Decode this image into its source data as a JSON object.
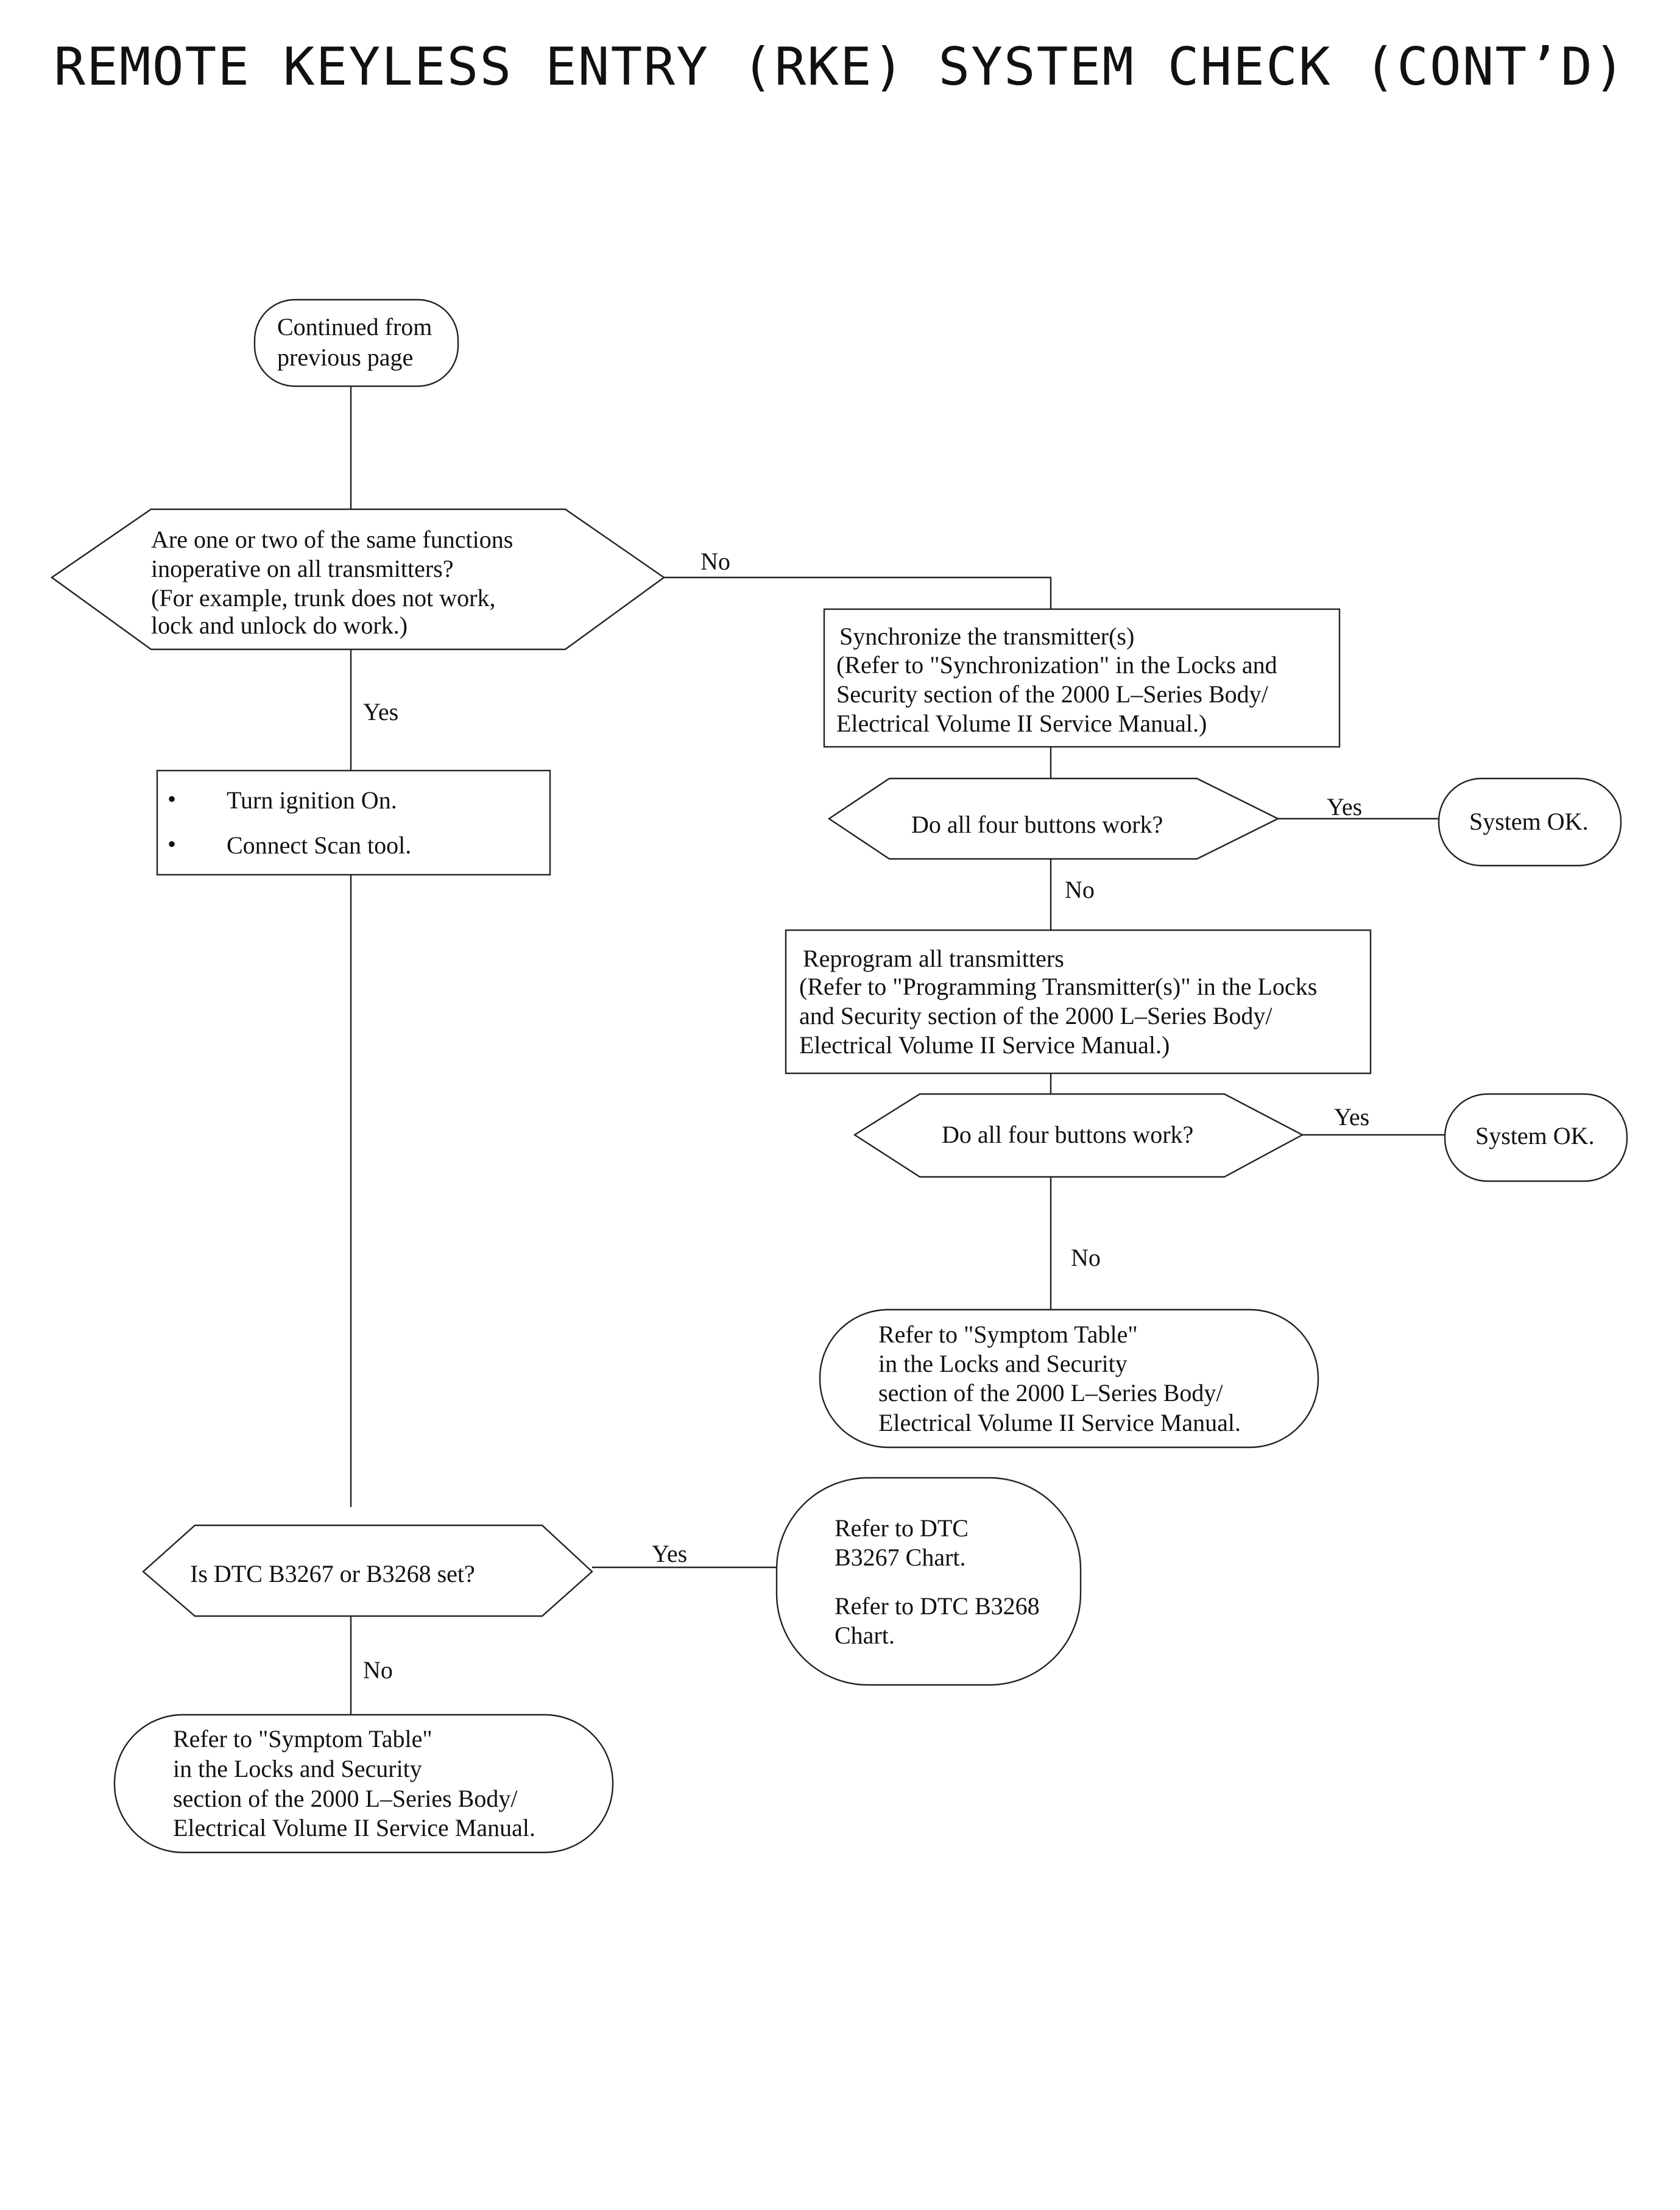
{
  "title": "REMOTE KEYLESS ENTRY (RKE) SYSTEM CHECK (CONT’D)",
  "start": {
    "lines": [
      "Continued from",
      "previous page"
    ]
  },
  "decision1": {
    "lines": [
      "Are one or two of the same functions",
      "inoperative on all transmitters?",
      "(For example, trunk does not work,",
      "lock and unlock do work.)"
    ],
    "yes_label": "Yes",
    "no_label": "No"
  },
  "steps_box": {
    "bullet": "•",
    "items": [
      "Turn ignition On.",
      "Connect Scan tool."
    ]
  },
  "sync_box": {
    "lines": [
      "Synchronize the transmitter(s)",
      "(Refer to \"Synchronization\" in the Locks and",
      "Security section of the 2000 L–Series Body/",
      "Electrical Volume II Service Manual.)"
    ]
  },
  "decision2": {
    "text": "Do all four buttons work?",
    "yes_label": "Yes",
    "no_label": "No"
  },
  "end_ok1": {
    "text": "System OK."
  },
  "reprogram_box": {
    "lines": [
      "Reprogram all transmitters",
      "(Refer to \"Programming Transmitter(s)\" in the Locks",
      "and Security section of the 2000 L–Series Body/",
      "Electrical Volume II Service Manual.)"
    ]
  },
  "decision3": {
    "text": "Do all four buttons work?",
    "yes_label": "Yes",
    "no_label": "No"
  },
  "end_ok2": {
    "text": "System OK."
  },
  "symptom_right": {
    "lines": [
      "Refer to \"Symptom Table\"",
      "in the Locks and Security",
      "section of the 2000 L–Series Body/",
      "Electrical Volume II Service Manual."
    ]
  },
  "decision4": {
    "text": "Is DTC B3267 or B3268 set?",
    "yes_label": "Yes",
    "no_label": "No"
  },
  "dtc_refs": {
    "ref1_lines": [
      "Refer to DTC",
      "B3267 Chart."
    ],
    "ref2_lines": [
      "Refer to DTC B3268",
      "Chart."
    ]
  },
  "symptom_left": {
    "lines": [
      "Refer to \"Symptom Table\"",
      "in the Locks and Security",
      "section of the 2000 L–Series Body/",
      "Electrical Volume II Service Manual."
    ]
  }
}
